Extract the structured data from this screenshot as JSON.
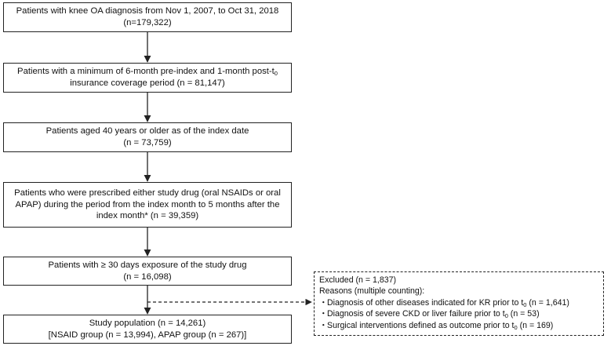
{
  "flow": {
    "boxes": [
      {
        "lines": [
          "Patients with knee OA diagnosis from Nov 1, 2007, to Oct 31, 2018",
          "(n=179,322)"
        ]
      },
      {
        "lines": [
          "Patients with a minimum of 6-month pre-index and 1-month post-t",
          "insurance coverage period (n = 81,147)"
        ],
        "sub": "0"
      },
      {
        "lines": [
          "Patients aged 40 years or older as of the index date",
          "(n = 73,759)"
        ]
      },
      {
        "lines": [
          "Patients who were prescribed either study drug (oral NSAIDs or oral",
          "APAP) during the period from the index month to 5 months after the",
          "index month* (n = 39,359)"
        ]
      },
      {
        "lines": [
          "Patients with ≥ 30 days exposure of the study drug",
          "(n = 16,098)"
        ]
      },
      {
        "lines": [
          "Study population (n = 14,261)",
          "[NSAID group (n = 13,994), APAP group (n = 267)]"
        ]
      }
    ],
    "excluded": {
      "title": "Excluded (n = 1,837)",
      "reasons_header": "Reasons (multiple counting):",
      "bullet": "・",
      "reasons": [
        {
          "before": "Diagnosis of other diseases indicated for KR prior to t",
          "sub": "0",
          "after": " (n = 1,641)"
        },
        {
          "before": "Diagnosis of severe CKD or liver failure prior to t",
          "sub": "0",
          "after": " (n = 53)"
        },
        {
          "before": "Surgical interventions defined as outcome prior to t",
          "sub": "0",
          "after": " (n = 169)"
        }
      ]
    }
  }
}
